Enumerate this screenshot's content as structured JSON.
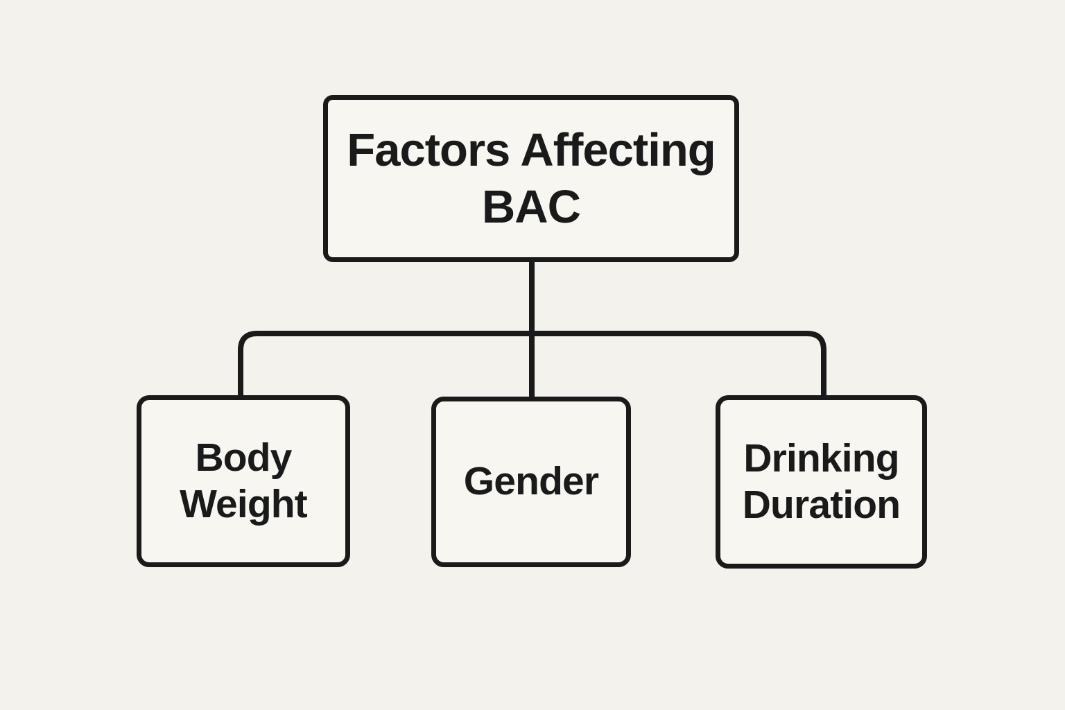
{
  "colors": {
    "bg": "#f3f2ec",
    "box-bg": "#f7f6f1",
    "line": "#1a1a1a",
    "text": "#1a1a1a"
  },
  "diagram": {
    "type": "flowchart-tree",
    "root": {
      "label": "Factors Affecting BAC"
    },
    "children": [
      {
        "label": "Body Weight"
      },
      {
        "label": "Gender"
      },
      {
        "label": "Drinking Duration"
      }
    ]
  }
}
